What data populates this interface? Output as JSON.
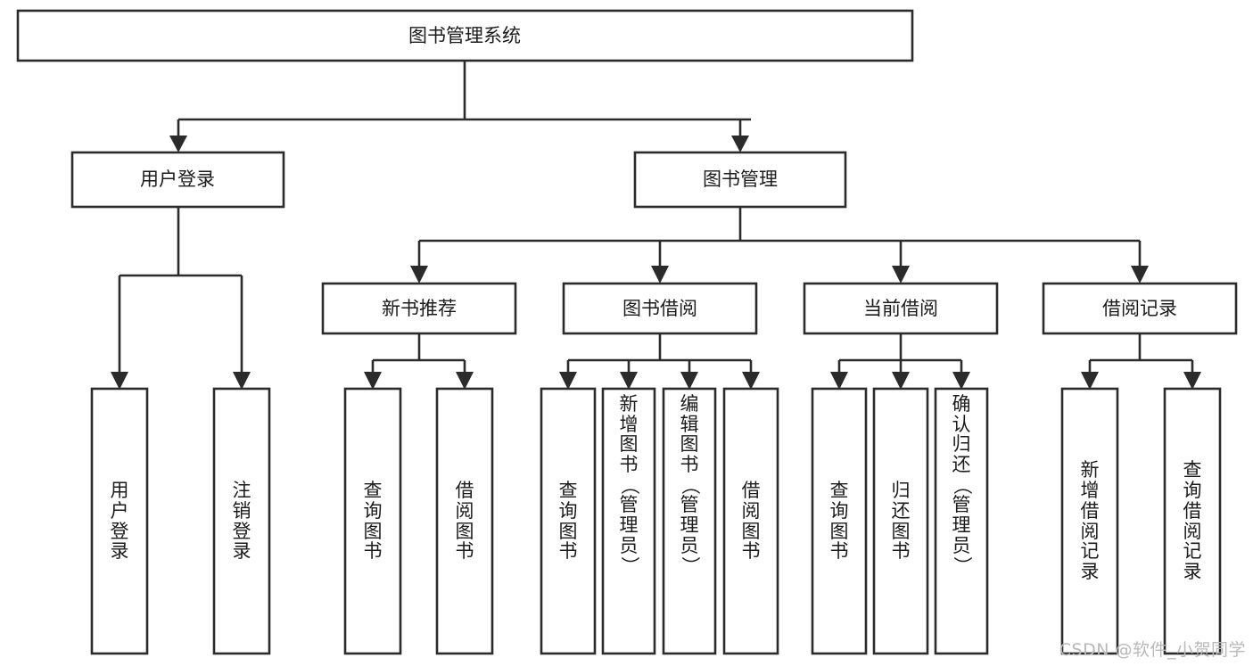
{
  "diagram": {
    "type": "tree-flowchart",
    "root": {
      "id": "root",
      "label": "图书管理系统"
    },
    "level2": [
      {
        "id": "user-login",
        "label": "用户登录"
      },
      {
        "id": "book-manage",
        "label": "图书管理"
      }
    ],
    "level3": [
      {
        "id": "new-book-recommend",
        "label": "新书推荐",
        "parent": "book-manage"
      },
      {
        "id": "book-borrow",
        "label": "图书借阅",
        "parent": "book-manage"
      },
      {
        "id": "current-borrow",
        "label": "当前借阅",
        "parent": "book-manage"
      },
      {
        "id": "borrow-record",
        "label": "借阅记录",
        "parent": "book-manage"
      }
    ],
    "leaves": [
      {
        "id": "leaf-user-login",
        "label": "用户登录",
        "parent": "user-login"
      },
      {
        "id": "leaf-logout-login",
        "label": "注销登录",
        "parent": "user-login"
      },
      {
        "id": "leaf-query-book-1",
        "label": "查询图书",
        "parent": "new-book-recommend"
      },
      {
        "id": "leaf-borrow-book-1",
        "label": "借阅图书",
        "parent": "new-book-recommend"
      },
      {
        "id": "leaf-query-book-2",
        "label": "查询图书",
        "parent": "book-borrow"
      },
      {
        "id": "leaf-add-book",
        "label": "新增图书（管理员）",
        "parent": "book-borrow"
      },
      {
        "id": "leaf-edit-book",
        "label": "编辑图书（管理员）",
        "parent": "book-borrow"
      },
      {
        "id": "leaf-borrow-book-2",
        "label": "借阅图书",
        "parent": "book-borrow"
      },
      {
        "id": "leaf-query-book-3",
        "label": "查询图书",
        "parent": "current-borrow"
      },
      {
        "id": "leaf-return-book",
        "label": "归还图书",
        "parent": "current-borrow"
      },
      {
        "id": "leaf-confirm-return",
        "label": "确认归还（管理员）",
        "parent": "current-borrow"
      },
      {
        "id": "leaf-add-record",
        "label": "新增借阅记录",
        "parent": "borrow-record"
      },
      {
        "id": "leaf-query-record",
        "label": "查询借阅记录",
        "parent": "borrow-record"
      }
    ]
  },
  "watermark": {
    "text": "CSDN @软件_小贺同学"
  },
  "colors": {
    "background": "#ffffff",
    "box_fill": "#ffffff",
    "box_stroke": "#2b2b2b",
    "text": "#1b1b1b",
    "connector": "#2b2b2b",
    "watermark": "#b9b9b9"
  }
}
